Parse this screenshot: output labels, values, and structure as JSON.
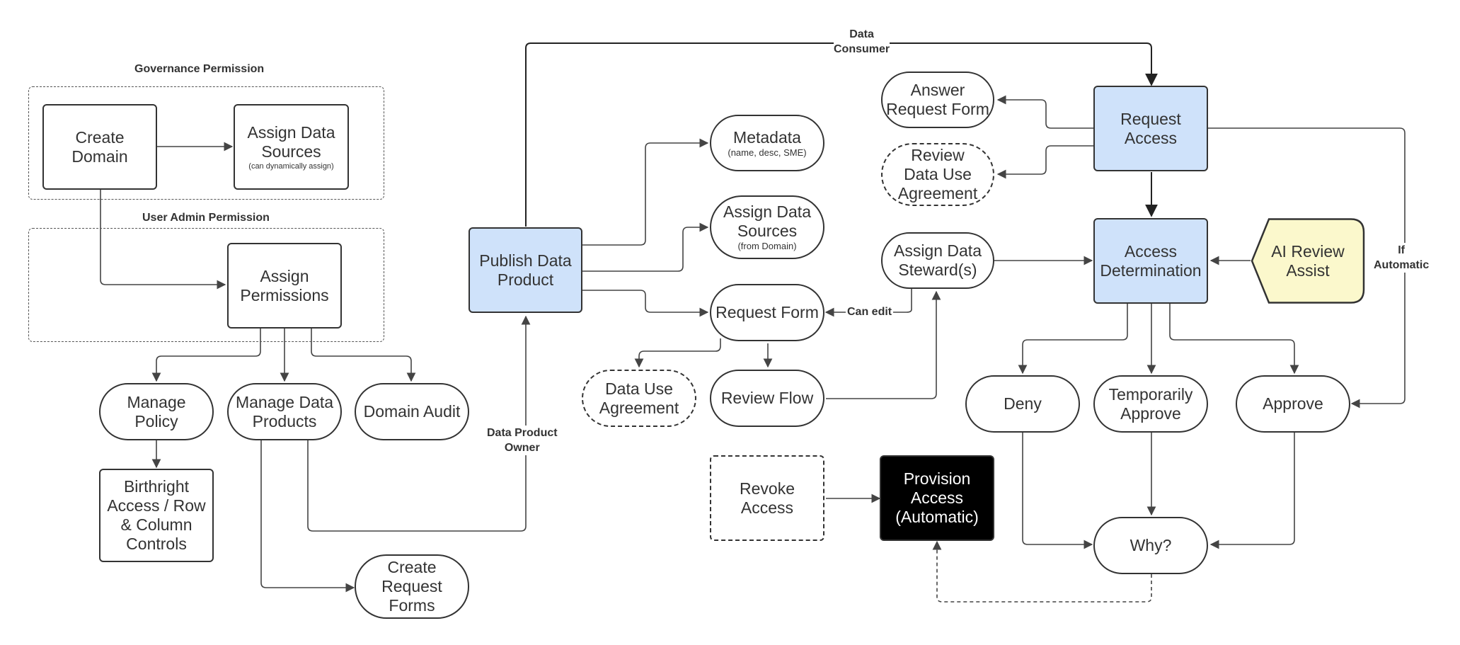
{
  "groups": {
    "governance": "Governance Permission",
    "user_admin": "User Admin Permission"
  },
  "nodes": {
    "create_domain": [
      "Create",
      "Domain"
    ],
    "assign_sources_gov": [
      "Assign Data",
      "Sources"
    ],
    "assign_sources_gov_note": "(can dynamically assign)",
    "assign_permissions": [
      "Assign",
      "Permissions"
    ],
    "manage_policy": "Manage Policy",
    "manage_data_products": [
      "Manage Data",
      "Products"
    ],
    "domain_audit": "Domain Audit",
    "birthright": [
      "Birthright",
      "Access / Row",
      "& Column",
      "Controls"
    ],
    "create_request_forms": [
      "Create",
      "Request",
      "Forms"
    ],
    "publish_data_product": [
      "Publish Data",
      "Product"
    ],
    "metadata": "Metadata",
    "metadata_note": "(name, desc, SME)",
    "assign_sources_prod": [
      "Assign Data",
      "Sources"
    ],
    "assign_sources_prod_note": "(from Domain)",
    "request_form": "Request Form",
    "data_use_agreement": [
      "Data Use",
      "Agreement"
    ],
    "review_flow": "Review Flow",
    "revoke_access": [
      "Revoke",
      "Access"
    ],
    "provision_access": [
      "Provision",
      "Access",
      "(Automatic)"
    ],
    "answer_request_form": [
      "Answer",
      "Request Form"
    ],
    "review_dua": [
      "Review",
      "Data Use",
      "Agreement"
    ],
    "assign_stewards": [
      "Assign Data",
      "Steward(s)"
    ],
    "request_access": [
      "Request",
      "Access"
    ],
    "access_determination": [
      "Access",
      "Determination"
    ],
    "ai_review_assist": [
      "AI Review",
      "Assist"
    ],
    "deny": "Deny",
    "temporarily_approve": [
      "Temporarily",
      "Approve"
    ],
    "approve": "Approve",
    "why": "Why?"
  },
  "edge_labels": {
    "data_consumer": [
      "Data",
      "Consumer"
    ],
    "data_product_owner": [
      "Data Product",
      "Owner"
    ],
    "can_edit": "Can edit",
    "if_automatic": [
      "If",
      "Automatic"
    ]
  },
  "colors": {
    "line": "#444444",
    "blue_fill": "#cfe2fa",
    "yellow_fill": "#fbf8cc",
    "dark_fill": "#000000"
  }
}
